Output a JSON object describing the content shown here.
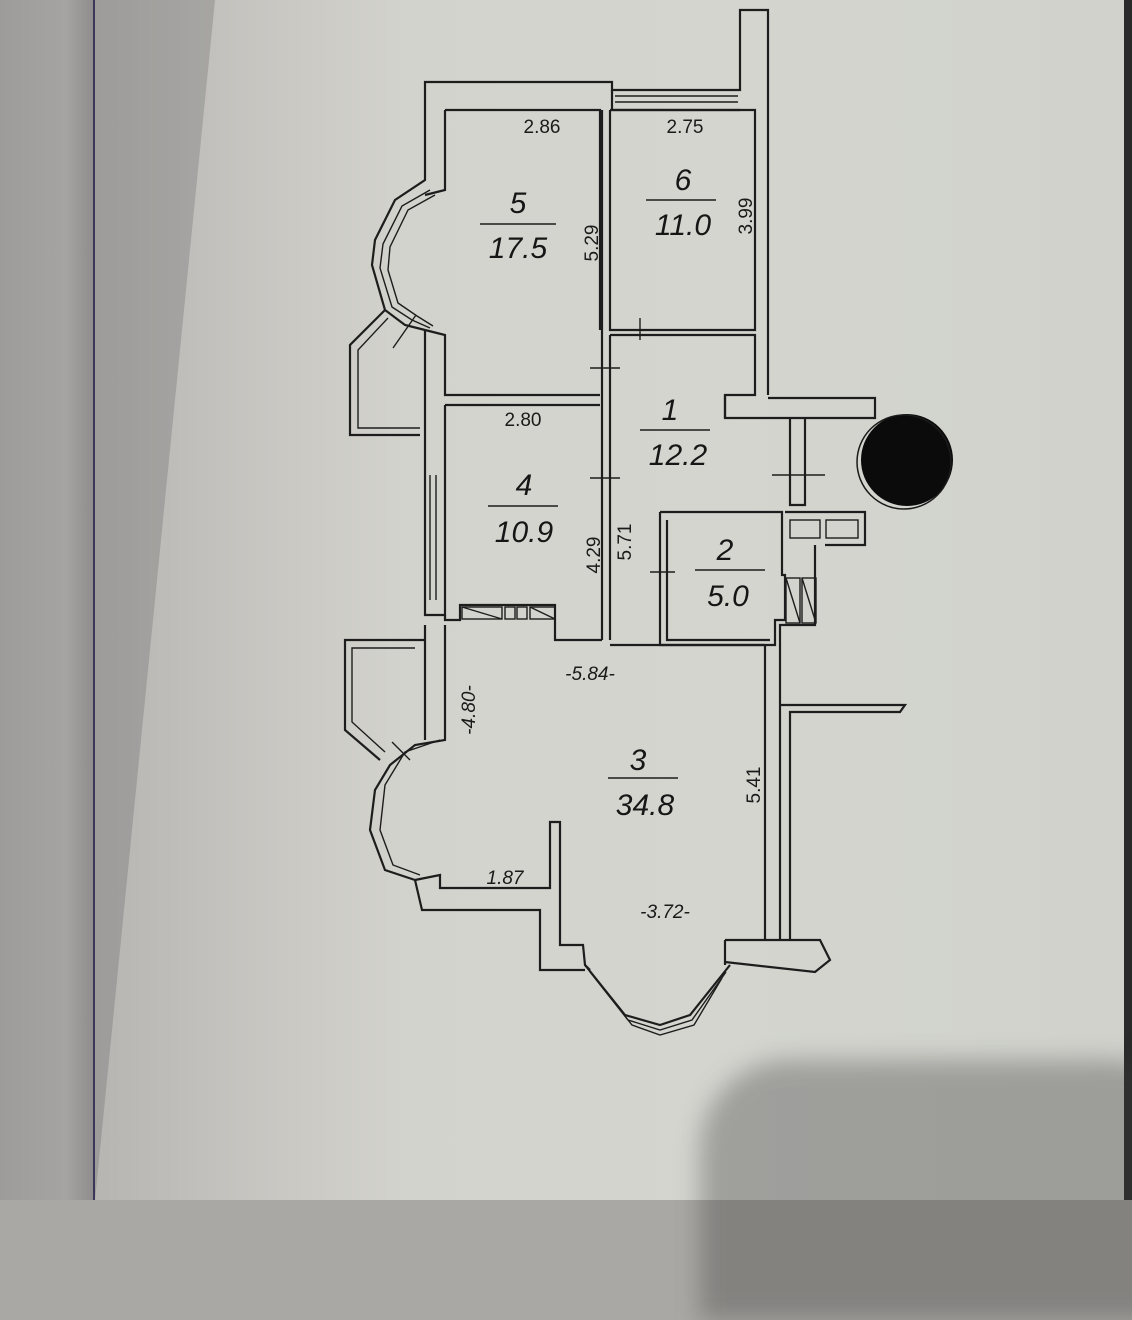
{
  "document": {
    "type": "apartment floor plan (photographed printed page)",
    "rooms": [
      {
        "number": "1",
        "area": "12.2"
      },
      {
        "number": "2",
        "area": "5.0"
      },
      {
        "number": "3",
        "area": "34.8"
      },
      {
        "number": "4",
        "area": "10.9"
      },
      {
        "number": "5",
        "area": "17.5"
      },
      {
        "number": "6",
        "area": "11.0"
      }
    ],
    "dimensions": {
      "room5_width": "2.86",
      "room5_length": "5.29",
      "room6_width": "2.75",
      "room6_length": "3.99",
      "room4_width": "2.80",
      "room4_length": "4.29",
      "room1_length": "5.71",
      "room3_top_width": "-5.84-",
      "room3_left_length": "-4.80-",
      "room3_right_length": "5.41",
      "room3_bottom_left": "1.87",
      "room3_bottom_width": "-3.72-"
    },
    "redaction_mark": "black-circle"
  },
  "colors": {
    "paper": "#d4d5cf",
    "ink": "#1d1d1d",
    "background": "#a9a8a4"
  }
}
